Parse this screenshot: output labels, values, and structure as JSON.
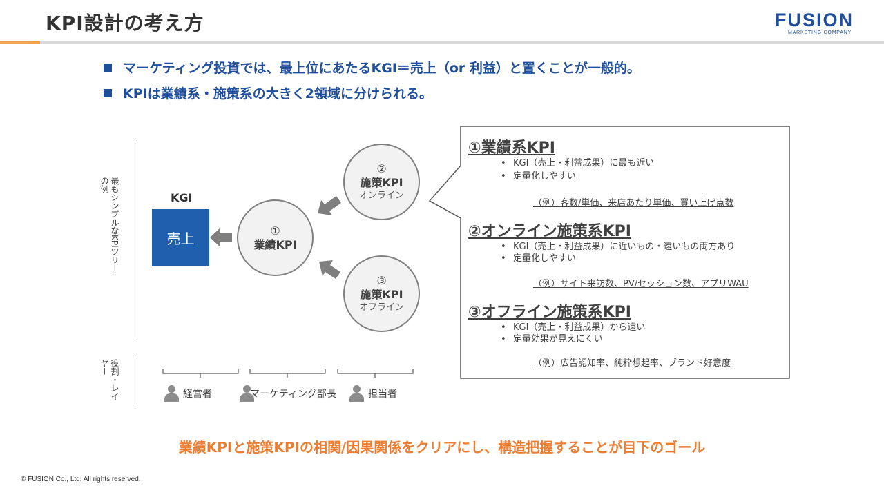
{
  "header": {
    "title": "KPI設計の考え方",
    "logo_main": "FUSION",
    "logo_sub": "MARKETING COMPANY"
  },
  "bullets": [
    "マーケティング投資では、最上位にあたるKGI＝売上（or 利益）と置くことが一般的。",
    "KPIは業績系・施策系の大きく2領域に分けられる。"
  ],
  "side_labels": {
    "tree": "最もシンプルなKPIツリーの例",
    "role": "役割・レイヤー"
  },
  "tree": {
    "kgi_label": "KGI",
    "kgi_box": "売上",
    "node1": {
      "num": "①",
      "name": "業績KPI"
    },
    "node2": {
      "num": "②",
      "name": "施策KPI",
      "sub": "オンライン"
    },
    "node3": {
      "num": "③",
      "name": "施策KPI",
      "sub": "オフライン"
    }
  },
  "roles": [
    "経営者",
    "マーケティング部長",
    "担当者"
  ],
  "callout": {
    "s1": {
      "heading": "①業績系KPI",
      "items": [
        "KGI（売上・利益成果）に最も近い",
        "定量化しやすい"
      ],
      "example": "（例）客数/単価、来店あたり単価、買い上げ点数"
    },
    "s2": {
      "heading": "②オンライン施策系KPI",
      "items": [
        "KGI（売上・利益成果）に近いもの・遠いもの両方あり",
        "定量化しやすい"
      ],
      "example": "（例）サイト来訪数、PV/セッション数、アプリWAU"
    },
    "s3": {
      "heading": "③オフライン施策系KPI",
      "items": [
        "KGI（売上・利益成果）から遠い",
        "定量効果が見えにくい"
      ],
      "example": "（例）広告認知率、純粋想起率、ブランド好意度"
    }
  },
  "goal": "業績KPIと施策KPIの相関/因果関係をクリアにし、構造把握することが目下のゴール",
  "copyright": "© FUSION Co., Ltd. All rights reserved.",
  "colors": {
    "brand_blue": "#1f4e9c",
    "kgi_blue": "#1f5fae",
    "accent_orange": "#ed7d31",
    "arrow_gray": "#7f7f7f"
  }
}
